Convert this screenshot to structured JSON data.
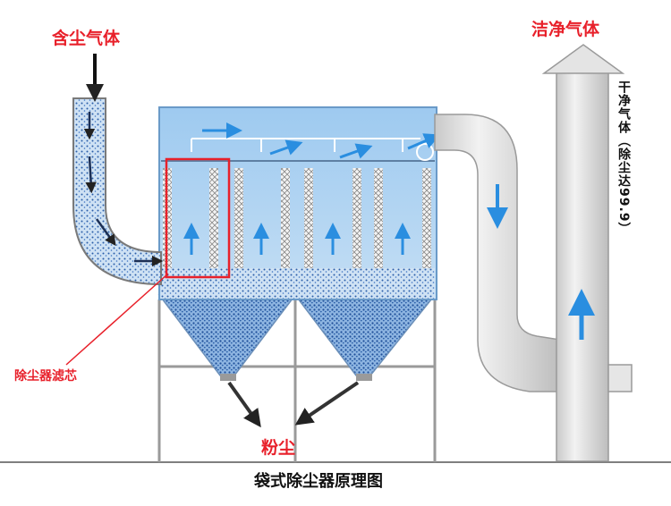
{
  "labels": {
    "inlet_gas": "含尘气体",
    "clean_gas": "洁净气体",
    "filter_cartridge": "除尘器滤芯",
    "dust": "粉尘",
    "caption": "袋式除尘器原理图",
    "exhaust_note": "干净气体（除尘达99.9）"
  },
  "colors": {
    "label_red": "#e8202a",
    "housing_blue": "#a9cff0",
    "dust_blue": "#2b5fa8",
    "pipe_gray": "#dcdcdc",
    "flow_arrow": "#2a8ee0"
  }
}
